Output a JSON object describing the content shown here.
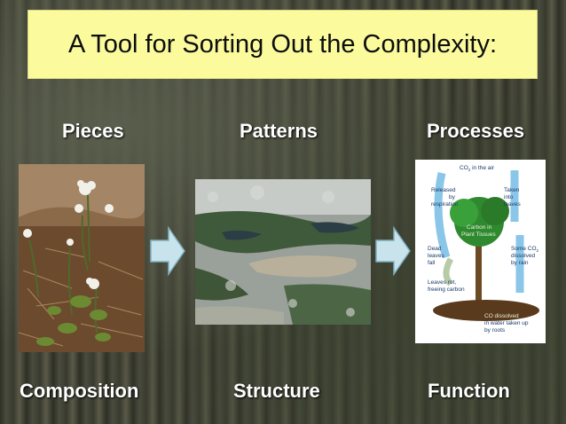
{
  "title": "A Tool for Sorting Out the Complexity:",
  "columns": [
    {
      "heading": "Pieces",
      "footer": "Composition",
      "image": "plant-photo"
    },
    {
      "heading": "Patterns",
      "footer": "Structure",
      "image": "aerial-landscape-photo"
    },
    {
      "heading": "Processes",
      "footer": "Function",
      "image": "carbon-cycle-diagram"
    }
  ],
  "diagram": {
    "co2_air": "CO",
    "co2_air_sub": "2",
    "co2_air_rest": " in the air",
    "released": "Released",
    "by": "by",
    "respiration": "respiration",
    "taken": "Taken",
    "into": "into",
    "leaves": "leaves",
    "carbon_in": "Carbon in",
    "plant_tissues": "Plant Tissues",
    "dead": "Dead",
    "leaves_dead": "leaves",
    "fall": "fall",
    "some_co2": "Some CO",
    "some_co2_sub": "2",
    "dissolved": "dissolved",
    "by_rain": "by rain",
    "leaves_rot": "Leaves rot,",
    "freeing_carbon": "freeing carbon",
    "co2_dissolved": "CO  dissolved",
    "in_water": "in water taken up",
    "by_roots": "by roots"
  }
}
